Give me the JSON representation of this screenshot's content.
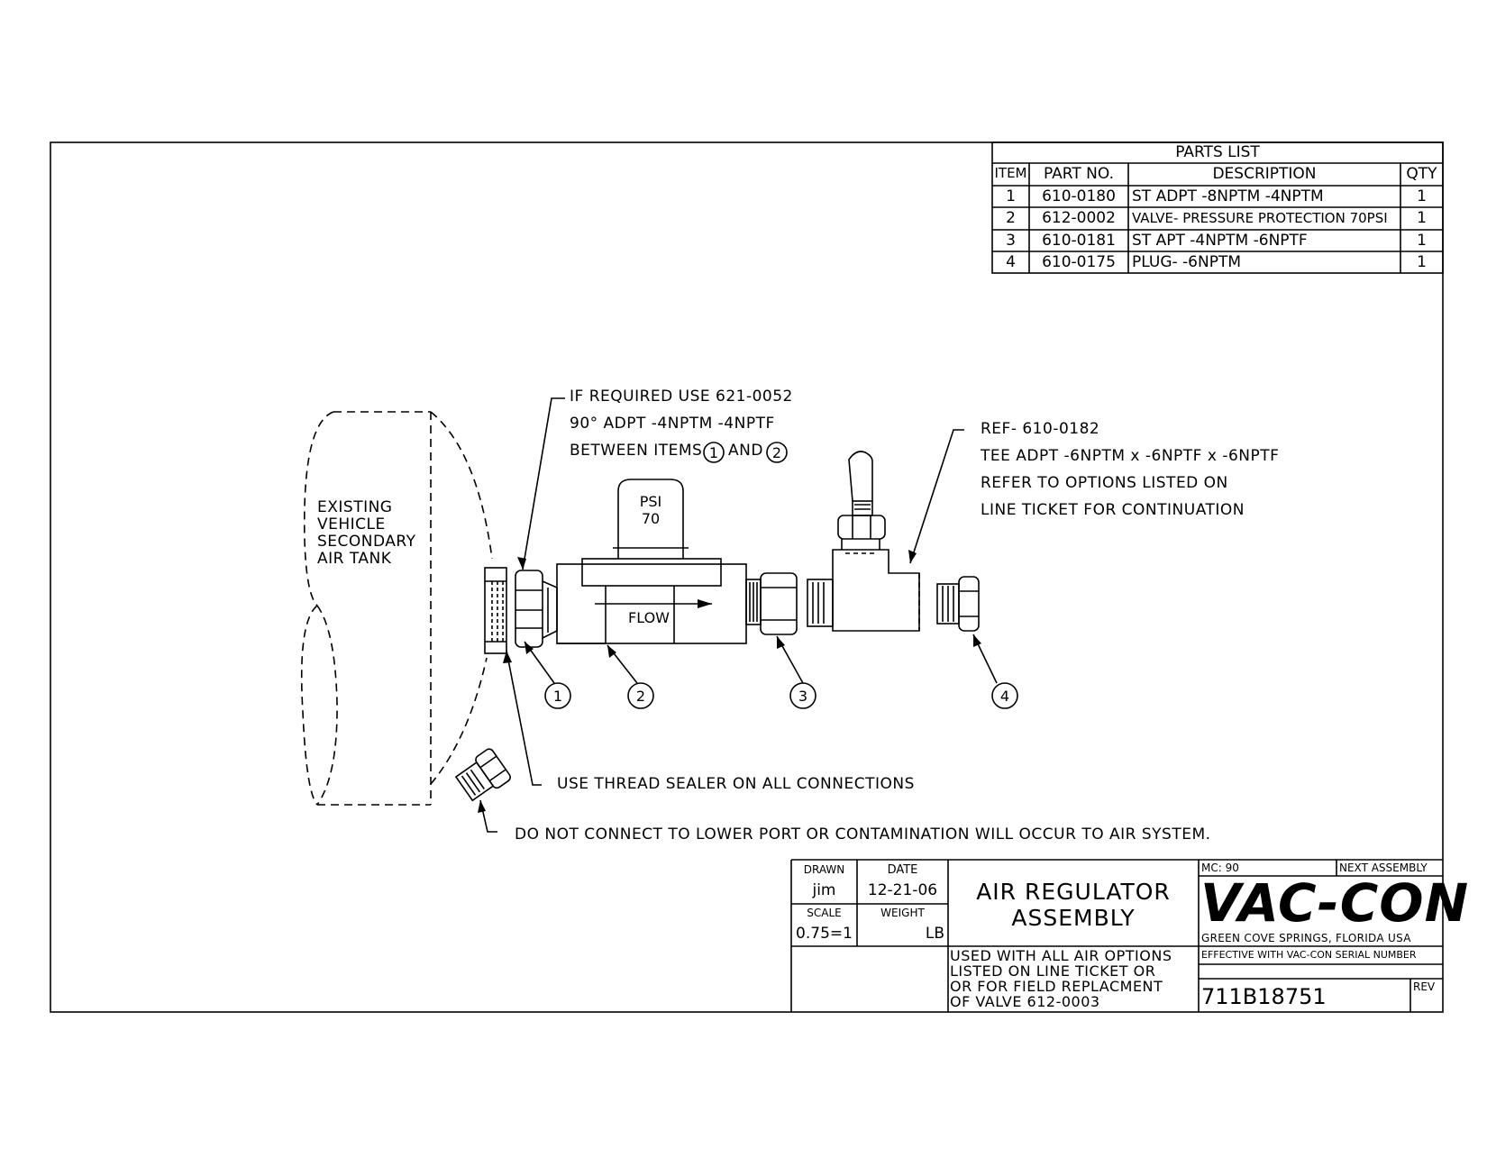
{
  "parts_list": {
    "title": "PARTS LIST",
    "headers": {
      "item": "ITEM",
      "part_no": "PART NO.",
      "description": "DESCRIPTION",
      "qty": "QTY"
    },
    "rows": [
      {
        "item": "1",
        "part_no": "610-0180",
        "description": "ST ADPT -8NPTM -4NPTM",
        "qty": "1"
      },
      {
        "item": "2",
        "part_no": "612-0002",
        "description": "VALVE- PRESSURE PROTECTION 70PSI",
        "qty": "1"
      },
      {
        "item": "3",
        "part_no": "610-0181",
        "description": "ST APT -4NPTM -6NPTF",
        "qty": "1"
      },
      {
        "item": "4",
        "part_no": "610-0175",
        "description": "PLUG- -6NPTM",
        "qty": "1"
      }
    ]
  },
  "notes": {
    "if_required": [
      "IF REQUIRED USE 621-0052",
      "90° ADPT -4NPTM -4NPTF",
      "BETWEEN ITEMS",
      "AND"
    ],
    "ref": [
      "REF- 610-0182",
      "TEE ADPT -6NPTM x -6NPTF x -6NPTF",
      "REFER TO OPTIONS LISTED ON",
      "LINE TICKET FOR CONTINUATION"
    ],
    "thread_sealer": "USE THREAD SEALER ON ALL CONNECTIONS",
    "do_not_connect": "DO NOT CONNECT TO LOWER PORT OR CONTAMINATION WILL OCCUR TO AIR SYSTEM."
  },
  "diagram": {
    "tank_label": [
      "EXISTING",
      "VEHICLE",
      "SECONDARY",
      "AIR TANK"
    ],
    "gauge_label": [
      "PSI",
      "70"
    ],
    "flow_label": "FLOW",
    "balloons": [
      "1",
      "2",
      "3",
      "4"
    ]
  },
  "title_block": {
    "drawn_label": "DRAWN",
    "drawn_value": "jim",
    "date_label": "DATE",
    "date_value": "12-21-06",
    "scale_label": "SCALE",
    "scale_value": "0.75=1",
    "weight_label": "WEIGHT",
    "weight_value": "LB",
    "title": [
      "AIR REGULATOR",
      "ASSEMBLY"
    ],
    "usage": [
      "USED WITH ALL AIR OPTIONS",
      "LISTED ON LINE TICKET OR",
      "OR FOR FIELD REPLACMENT",
      "OF VALVE 612-0003"
    ],
    "mc": "MC: 90",
    "next_assembly": "NEXT ASSEMBLY",
    "logo": "VAC-CON",
    "location": "GREEN COVE SPRINGS, FLORIDA USA",
    "effective": "EFFECTIVE WITH VAC-CON SERIAL NUMBER",
    "drawing_number": "711B18751",
    "rev": "REV"
  }
}
